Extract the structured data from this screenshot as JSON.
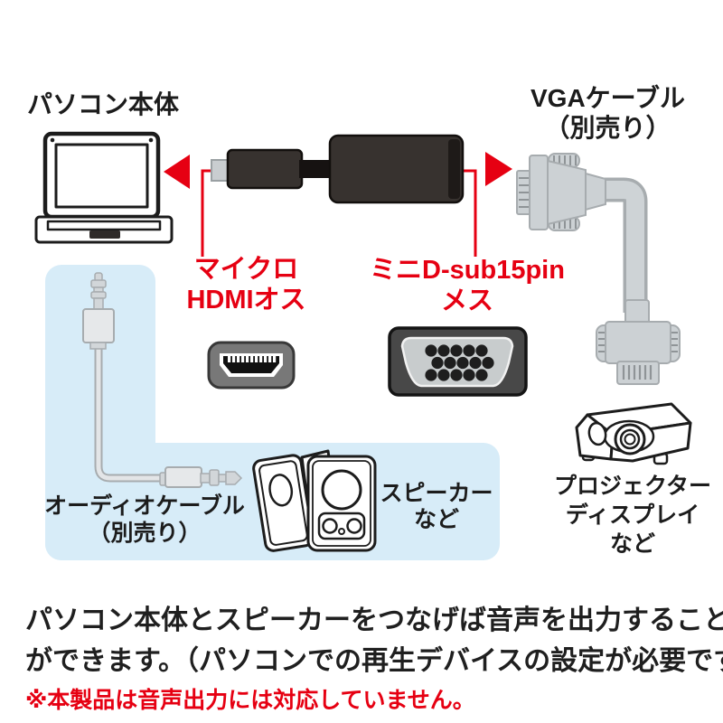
{
  "labels": {
    "pc": "パソコン本体",
    "vga_cable": "VGAケーブル\n（別売り）",
    "micro_hdmi": "マイクロ\nHDMIオス",
    "mini_dsub": "ミニD-sub15pin\nメス",
    "audio_cable": "オーディオケーブル\n（別売り）",
    "speaker": "スピーカー\nなど",
    "projector": "プロジェクター\nディスプレイ\nなど"
  },
  "footer": {
    "line1": "パソコン本体とスピーカーをつなげば音声を出力すること",
    "line2": "ができます。（パソコンでの再生デバイスの設定が必要です）",
    "note": "※本製品は音声出力には対応していません。"
  },
  "colors": {
    "label_red": "#e60012",
    "audio_zone_blue": "#d7ecf8",
    "outline_black": "#1c1c1c",
    "connector_gray": "#ccd1d4",
    "adapter_black": "#37322f"
  },
  "icon_names": [
    "laptop-illustration",
    "adapter-illustration",
    "arrow-left-icon",
    "arrow-right-icon",
    "vga-cable-illustration",
    "micro-hdmi-connector-icon",
    "mini-dsub-connector-icon",
    "audio-cable-illustration",
    "speakers-illustration",
    "projector-illustration"
  ]
}
